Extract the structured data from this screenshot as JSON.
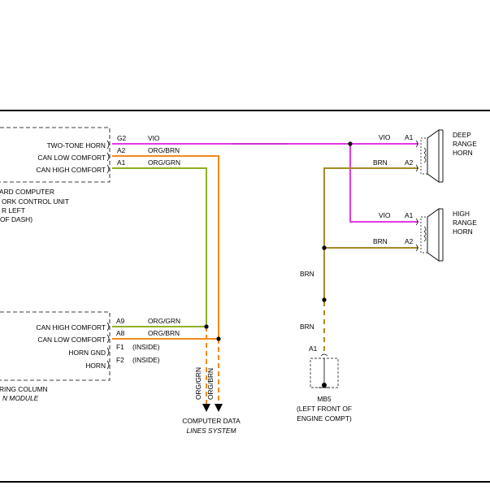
{
  "colors": {
    "vio": "#e437e4",
    "org_grn": "#8fb020",
    "org_brn": "#f08a1e",
    "brn": "#a88a28",
    "ink": "#000000",
    "background": "#ffffff"
  },
  "top_module": {
    "label_lines": [
      "ARD COMPUTER",
      "ORK CONTROL UNIT",
      "R LEFT",
      "OF DASH)"
    ],
    "pins": [
      {
        "name": "TWO-TONE HORN",
        "pin": "G2",
        "wire": "VIO"
      },
      {
        "name": "CAN LOW COMFORT",
        "pin": "A2",
        "wire": "ORG/BRN"
      },
      {
        "name": "CAN HIGH COMFORT",
        "pin": "A1",
        "wire": "ORG/GRN"
      }
    ]
  },
  "bottom_module": {
    "label_lines": [
      "RING COLUMN",
      "N MODULE"
    ],
    "pins": [
      {
        "name": "CAN HIGH COMFORT",
        "pin": "A9",
        "wire": "ORG/GRN"
      },
      {
        "name": "CAN LOW COMFORT",
        "pin": "A8",
        "wire": "ORG/BRN"
      },
      {
        "name": "HORN GND",
        "pin": "F1",
        "wire": "(INSIDE)"
      },
      {
        "name": "HORN",
        "pin": "F2",
        "wire": "(INSIDE)"
      }
    ]
  },
  "horns": [
    {
      "name_lines": [
        "DEEP",
        "RANGE",
        "HORN"
      ],
      "pin_a1": "A1",
      "pin_a2": "A2",
      "wire_a1": "VIO",
      "wire_a2": "BRN"
    },
    {
      "name_lines": [
        "HIGH",
        "RANGE",
        "HORN"
      ],
      "pin_a1": "A1",
      "pin_a2": "A2",
      "wire_a1": "VIO",
      "wire_a2": "BRN"
    }
  ],
  "ground_circuit": {
    "wire_upper": "BRN",
    "wire_lower": "BRN",
    "pin": "A1",
    "ground_name": "MB5",
    "location_lines": [
      "(LEFT FRONT OF",
      "ENGINE COMPT)"
    ]
  },
  "data_lines": {
    "wire_left": "ORG/GRN",
    "wire_right": "ORG/BRN",
    "label_line1": "COMPUTER DATA",
    "label_line2": "LINES SYSTEM"
  }
}
